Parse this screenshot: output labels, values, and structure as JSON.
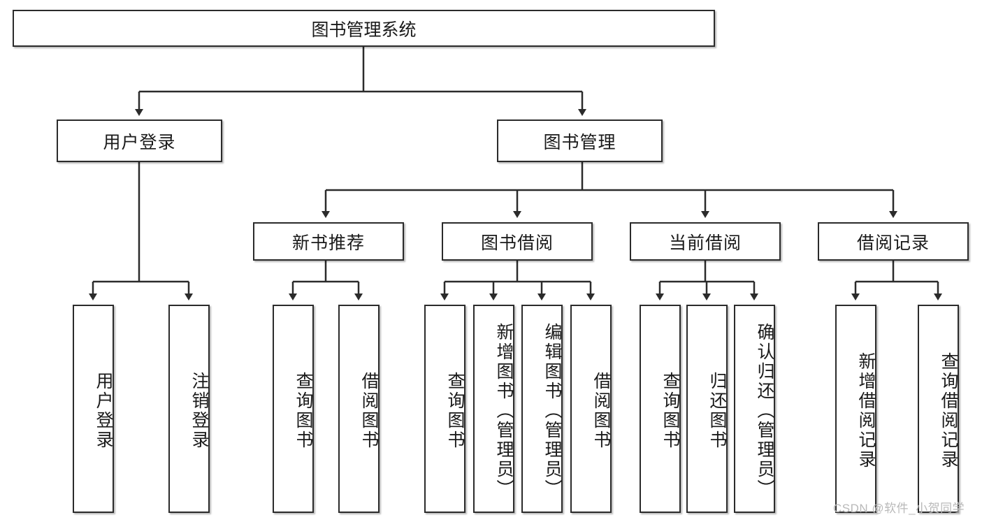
{
  "diagram": {
    "type": "tree-hierarchy-chart",
    "title": "图书管理系统",
    "root": {
      "id": "root",
      "label": "图书管理系统"
    },
    "level2": [
      {
        "id": "user-login",
        "label": "用户登录"
      },
      {
        "id": "book-management",
        "label": "图书管理"
      }
    ],
    "level3": [
      {
        "id": "new-book-recommend",
        "label": "新书推荐",
        "parent": "book-management"
      },
      {
        "id": "book-borrow",
        "label": "图书借阅",
        "parent": "book-management"
      },
      {
        "id": "current-borrow",
        "label": "当前借阅",
        "parent": "book-management"
      },
      {
        "id": "borrow-record",
        "label": "借阅记录",
        "parent": "book-management"
      }
    ],
    "leaves": {
      "user-login": [
        {
          "id": "leaf-user-login",
          "label": "用户登录"
        },
        {
          "id": "leaf-logout-login",
          "label": "注销登录"
        }
      ],
      "new-book-recommend": [
        {
          "id": "leaf-query-book-1",
          "label": "查询图书"
        },
        {
          "id": "leaf-borrow-book-1",
          "label": "借阅图书"
        }
      ],
      "book-borrow": [
        {
          "id": "leaf-query-book-2",
          "label": "查询图书"
        },
        {
          "id": "leaf-add-book",
          "label": "新增图书（管理员）"
        },
        {
          "id": "leaf-edit-book",
          "label": "编辑图书（管理员）"
        },
        {
          "id": "leaf-borrow-book-2",
          "label": "借阅图书"
        }
      ],
      "current-borrow": [
        {
          "id": "leaf-query-book-3",
          "label": "查询图书"
        },
        {
          "id": "leaf-return-book",
          "label": "归还图书"
        },
        {
          "id": "leaf-confirm-return",
          "label": "确认归还（管理员）"
        }
      ],
      "borrow-record": [
        {
          "id": "leaf-add-record",
          "label": "新增借阅记录"
        },
        {
          "id": "leaf-query-record",
          "label": "查询借阅记录"
        }
      ]
    },
    "colors": {
      "border": "#2b2b2b",
      "fill": "#ffffff",
      "text": "#1a1a1a",
      "edge": "#2b2b2b",
      "background": "#ffffff",
      "watermark": "#b9b9b9"
    }
  },
  "watermark": {
    "text": "CSDN @软件_小贺同学"
  }
}
